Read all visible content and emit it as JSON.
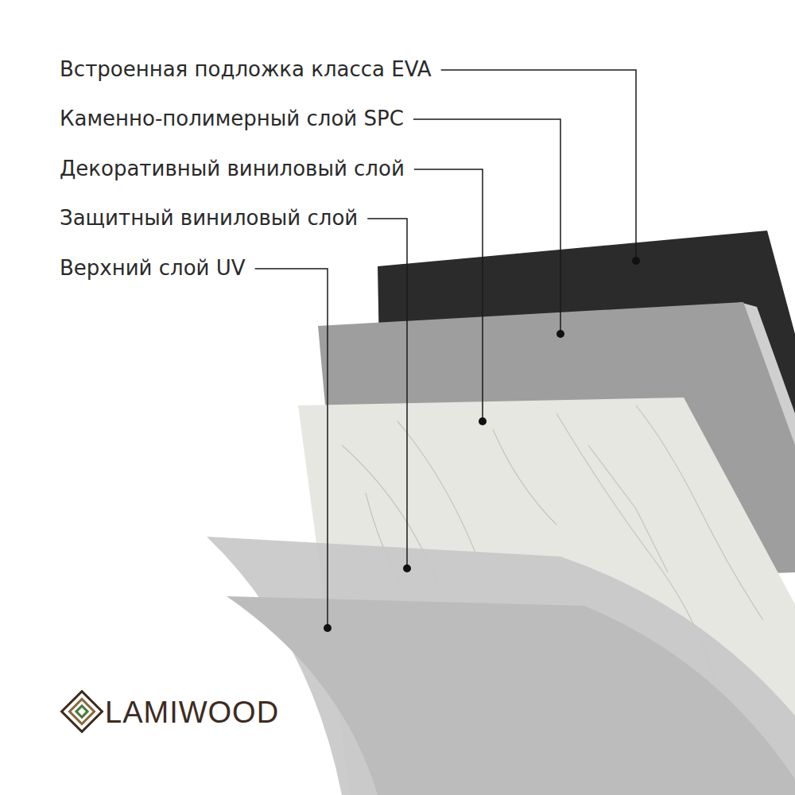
{
  "diagram": {
    "labels": [
      "Встроенная подложка класса EVA",
      "Каменно-полимерный слой SPC",
      "Декоративный виниловый слой",
      "Защитный виниловый слой",
      "Верхний слой UV",
      "LAMIWOOD"
    ]
  }
}
